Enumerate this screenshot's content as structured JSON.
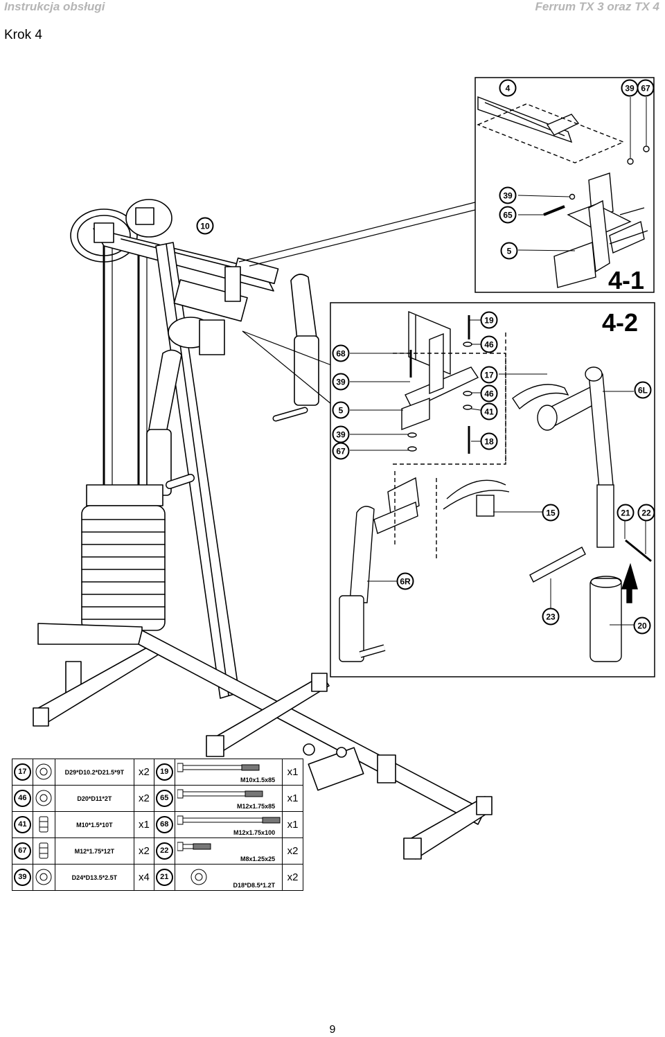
{
  "header": {
    "manual_title": "Instrukcja obsługi",
    "product_name": "Ferrum TX 3 oraz TX 4"
  },
  "step_title": "Krok 4",
  "detail_labels": {
    "detail_1": "4-1",
    "detail_2": "4-2"
  },
  "callouts": {
    "main": [
      "10"
    ],
    "detail_1": [
      "4",
      "39",
      "67",
      "39",
      "65",
      "5"
    ],
    "detail_2": [
      "19",
      "46",
      "68",
      "17",
      "39",
      "46",
      "6L",
      "5",
      "41",
      "39",
      "18",
      "67",
      "15",
      "21",
      "22",
      "6R",
      "23",
      "20"
    ]
  },
  "parts_table": {
    "rows": [
      {
        "left": {
          "no": "17",
          "spec": "D29*D10.2*D21.5*9T",
          "qty": "x2"
        },
        "right": {
          "no": "19",
          "spec": "M10x1.5x85",
          "qty": "x1"
        }
      },
      {
        "left": {
          "no": "46",
          "spec": "D20*D11*2T",
          "qty": "x2"
        },
        "right": {
          "no": "65",
          "spec": "M12x1.75x85",
          "qty": "x1"
        }
      },
      {
        "left": {
          "no": "41",
          "spec": "M10*1.5*10T",
          "qty": "x1"
        },
        "right": {
          "no": "68",
          "spec": "M12x1.75x100",
          "qty": "x1"
        }
      },
      {
        "left": {
          "no": "67",
          "spec": "M12*1.75*12T",
          "qty": "x2"
        },
        "right": {
          "no": "22",
          "spec": "M8x1.25x25",
          "qty": "x2"
        }
      },
      {
        "left": {
          "no": "39",
          "spec": "D24*D13.5*2.5T",
          "qty": "x4"
        },
        "right": {
          "no": "21",
          "spec": "D18*D8.5*1.2T",
          "qty": "x2"
        }
      }
    ]
  },
  "page_number": "9"
}
